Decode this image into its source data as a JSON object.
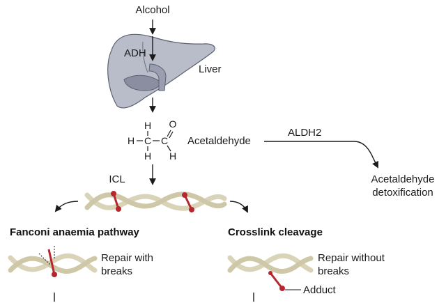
{
  "labels": {
    "alcohol": "Alcohol",
    "adh": "ADH",
    "liver": "Liver",
    "acetaldehyde": "Acetaldehyde",
    "aldh2": "ALDH2",
    "detox_line1": "Acetaldehyde",
    "detox_line2": "detoxification",
    "icl": "ICL",
    "fanconi": "Fanconi anaemia pathway",
    "crosslink": "Crosslink cleavage",
    "repair_with_line1": "Repair with",
    "repair_with_line2": "breaks",
    "repair_without_line1": "Repair without",
    "repair_without_line2": "breaks",
    "adduct": "Adduct"
  },
  "molecule": {
    "h_top": "H",
    "o_top": "O",
    "h_left": "H",
    "dash1": "–",
    "c1": "C",
    "dash2": "–",
    "c2": "C",
    "h_bottom1": "H",
    "h_bottom2": "H"
  },
  "colors": {
    "dna_strand": "#d9d3b8",
    "dna_rung": "#e6e0c8",
    "crosslink": "#b5262d",
    "liver_fill": "#b9bcc9",
    "liver_stroke": "#5c6070",
    "arrow": "#1a1a1a"
  }
}
